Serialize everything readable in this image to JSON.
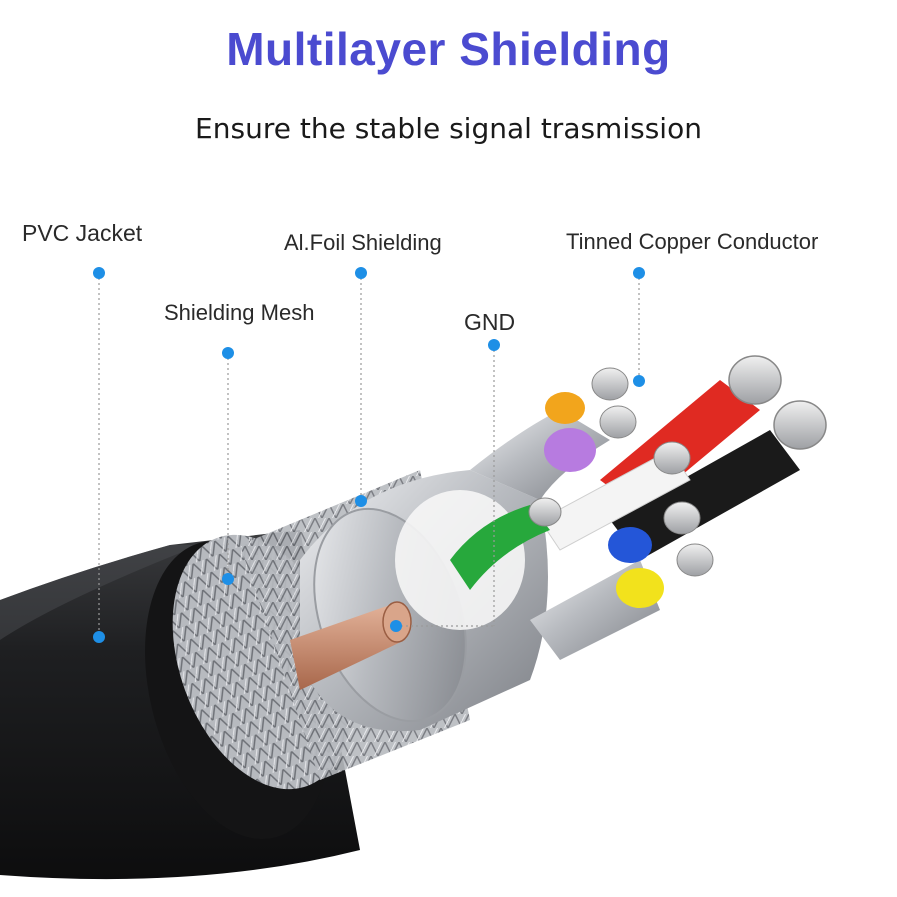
{
  "header": {
    "title": "Multilayer Shielding",
    "subtitle": "Ensure the stable signal trasmission"
  },
  "callouts": [
    {
      "id": "pvc",
      "label": "PVC Jacket"
    },
    {
      "id": "foil",
      "label": "Al.Foil Shielding"
    },
    {
      "id": "tinned",
      "label": "Tinned Copper Conductor"
    },
    {
      "id": "mesh",
      "label": "Shielding Mesh"
    },
    {
      "id": "gnd",
      "label": "GND"
    }
  ],
  "colors": {
    "title": "#4b4bd0",
    "callout_dot": "#1e8fe6",
    "jacket": "#1f2022",
    "foil": "#c9cbcf",
    "copper": "#c98a6a",
    "wire_red": "#e02a22",
    "wire_black": "#1a1a1a",
    "wire_green": "#27a83c",
    "wire_blue": "#2456d8",
    "wire_yellow": "#f2e21c",
    "wire_orange": "#f2a51c",
    "wire_purple": "#b77be0",
    "wire_white": "#f4f4f4"
  }
}
